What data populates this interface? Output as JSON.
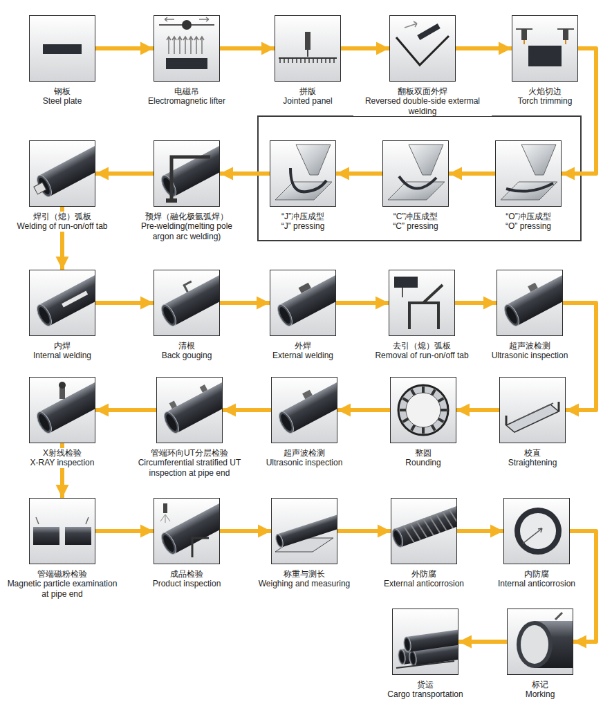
{
  "diagram": {
    "nodes": [
      {
        "text": [
          "钢板",
          "Steel plate"
        ]
      },
      {
        "text": [
          "电磁吊",
          "Electromagnetic lifter"
        ]
      },
      {
        "text": [
          "拼版",
          "Jointed panel"
        ]
      },
      {
        "text": [
          "翻板双面外焊",
          "Reversed double-side extermal welding"
        ]
      },
      {
        "text": [
          "火焰切边",
          "Torch trimming"
        ]
      },
      {
        "text": [
          "“O”冲压成型",
          "“O” pressing"
        ]
      },
      {
        "text": [
          "“C”冲压成型",
          "“C” pressing"
        ]
      },
      {
        "text": [
          "“J”冲压成型",
          "“J” pressing"
        ]
      },
      {
        "text": [
          "预焊（融化极氩弧焊）",
          "Pre-welding(melting pole argon arc welding)"
        ]
      },
      {
        "text": [
          "焊引（熄）弧板",
          "Welding of run-on/off tab"
        ]
      },
      {
        "text": [
          "内焊",
          "Internal welding"
        ]
      },
      {
        "text": [
          "清根",
          "Back gouging"
        ]
      },
      {
        "text": [
          "外焊",
          "External welding"
        ]
      },
      {
        "text": [
          "去引（熄）弧板",
          "Removal of run-on/off tab"
        ]
      },
      {
        "text": [
          "超声波检测",
          "Ultrasonic inspection"
        ]
      },
      {
        "text": [
          "校直",
          "Straightening"
        ]
      },
      {
        "text": [
          "整圆",
          "Rounding"
        ]
      },
      {
        "text": [
          "超声波检测",
          "Ultrasonic inspection"
        ]
      },
      {
        "text": [
          "管端环向UT分层检验",
          "Circumferential stratified UT inspection at pipe end"
        ]
      },
      {
        "text": [
          "X射线检验",
          "X-RAY inspection"
        ]
      },
      {
        "text": [
          "管端磁粉检验",
          "Magnetic particle examination at pipe end"
        ]
      },
      {
        "text": [
          "成品检验",
          "Product inspection"
        ]
      },
      {
        "text": [
          "称重与测长",
          "Weighing and measuring"
        ]
      },
      {
        "text": [
          "外防腐",
          "External anticorrosion"
        ]
      },
      {
        "text": [
          "内防腐",
          "Internal anticorrosion"
        ]
      },
      {
        "text": [
          "标记",
          "Morking"
        ]
      },
      {
        "text": [
          "货运",
          "Cargo transportation"
        ]
      }
    ],
    "edges": [
      {
        "from": 0,
        "to": 1,
        "arrow": "to"
      },
      {
        "from": 1,
        "to": 2,
        "arrow": "to"
      },
      {
        "from": 2,
        "to": 3,
        "arrow": "to"
      },
      {
        "from": 3,
        "to": 4,
        "arrow": "to"
      },
      {
        "from": 4,
        "to": 5,
        "arrow": "to"
      },
      {
        "from": 5,
        "to": 6,
        "arrow": "to"
      },
      {
        "from": 6,
        "to": 7,
        "arrow": "to"
      },
      {
        "from": 7,
        "to": 8,
        "arrow": "to"
      },
      {
        "from": 8,
        "to": 9,
        "arrow": "to"
      },
      {
        "from": 9,
        "to": 10,
        "arrow": "to"
      },
      {
        "from": 10,
        "to": 11,
        "arrow": "to"
      },
      {
        "from": 11,
        "to": 12,
        "arrow": "to"
      },
      {
        "from": 12,
        "to": 13,
        "arrow": "to"
      },
      {
        "from": 13,
        "to": 14,
        "arrow": "to"
      },
      {
        "from": 14,
        "to": 15,
        "arrow": "to"
      },
      {
        "from": 15,
        "to": 16,
        "arrow": "to"
      },
      {
        "from": 16,
        "to": 17,
        "arrow": "to"
      },
      {
        "from": 17,
        "to": 18,
        "arrow": "to"
      },
      {
        "from": 18,
        "to": 19,
        "arrow": "to"
      },
      {
        "from": 19,
        "to": 20,
        "arrow": "to"
      },
      {
        "from": 20,
        "to": 21,
        "arrow": "to"
      },
      {
        "from": 21,
        "to": 22,
        "arrow": "to"
      },
      {
        "from": 22,
        "to": 23,
        "arrow": "to"
      },
      {
        "from": 23,
        "to": 24,
        "arrow": "to"
      },
      {
        "from": 24,
        "to": 25,
        "arrow": "to"
      },
      {
        "from": 25,
        "to": 26,
        "arrow": "to"
      }
    ]
  }
}
